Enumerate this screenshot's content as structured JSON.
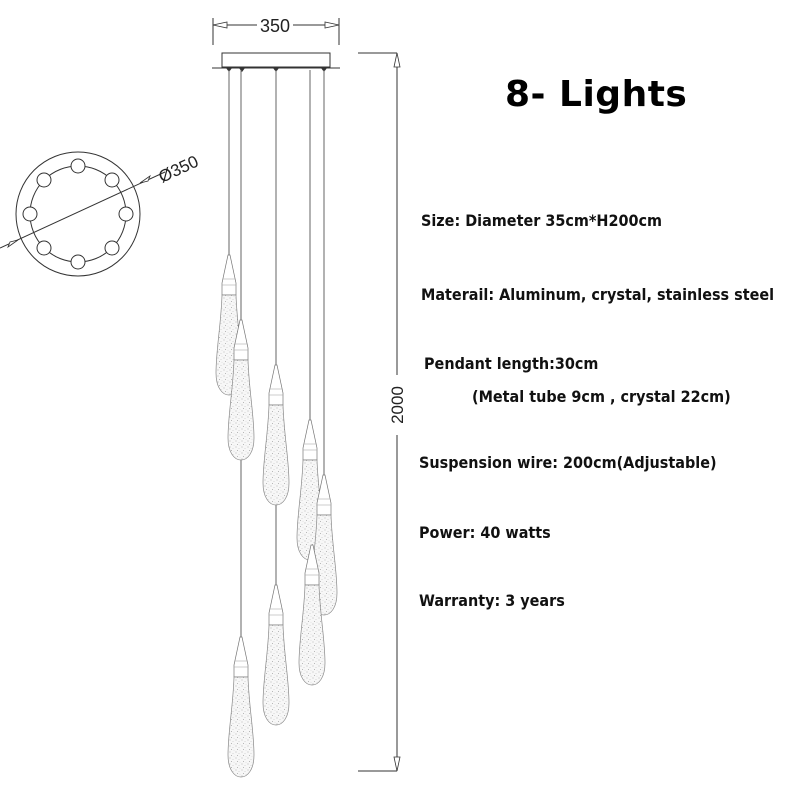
{
  "title": "8- Lights",
  "specs": {
    "size": "Size: Diameter 35cm*H200cm",
    "material": "Materail: Aluminum, crystal, stainless steel",
    "pendant_length": "Pendant length:30cm",
    "pendant_detail": "(Metal tube 9cm  , crystal  22cm)",
    "suspension": "Suspension wire: 200cm(Adjustable)",
    "power": "Power: 40 watts",
    "warranty": "Warranty: 3 years"
  },
  "dimensions": {
    "canopy_width": "350",
    "canopy_diameter": "Ø350",
    "total_height": "2000"
  },
  "colors": {
    "line": "#333333",
    "crystal_fill": "#f4f4f4",
    "text": "#111111"
  }
}
